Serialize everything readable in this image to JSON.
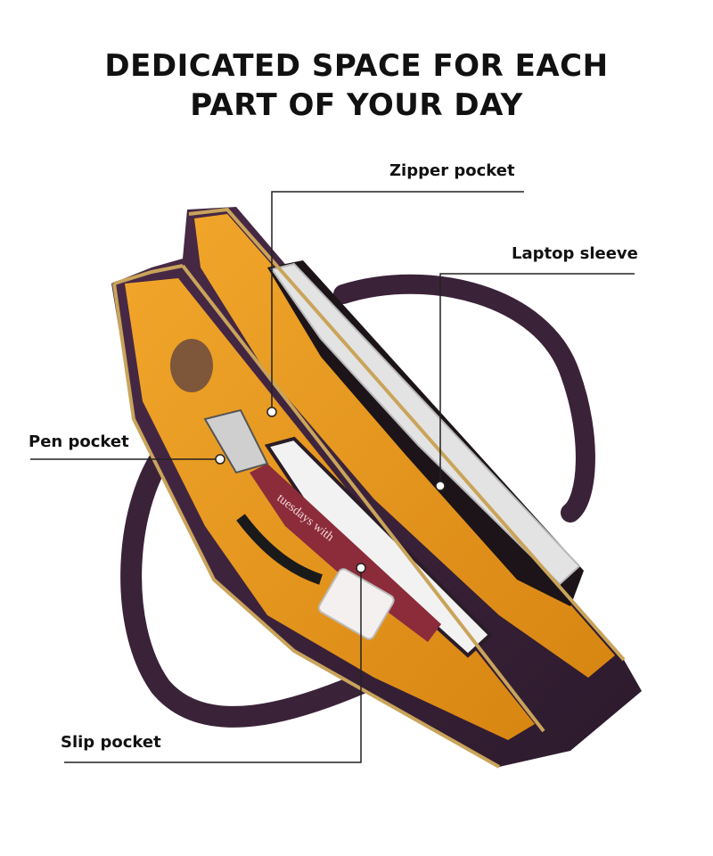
{
  "headline": {
    "line1": "DEDICATED SPACE FOR EACH",
    "line2": "PART OF YOUR DAY"
  },
  "callouts": {
    "zipper_pocket": "Zipper pocket",
    "laptop_sleeve": "Laptop sleeve",
    "pen_pocket": "Pen pocket",
    "slip_pocket": "Slip pocket"
  },
  "product_image": {
    "subject": "open tote bag, top view",
    "book_spine_text": "tuesdays with"
  },
  "colors": {
    "bag_exterior": "#3a2238",
    "lining": "#e89a1e",
    "zipper_gold": "#c9a45a",
    "leader_line": "#222222",
    "marker_dot": "#ffffff"
  }
}
